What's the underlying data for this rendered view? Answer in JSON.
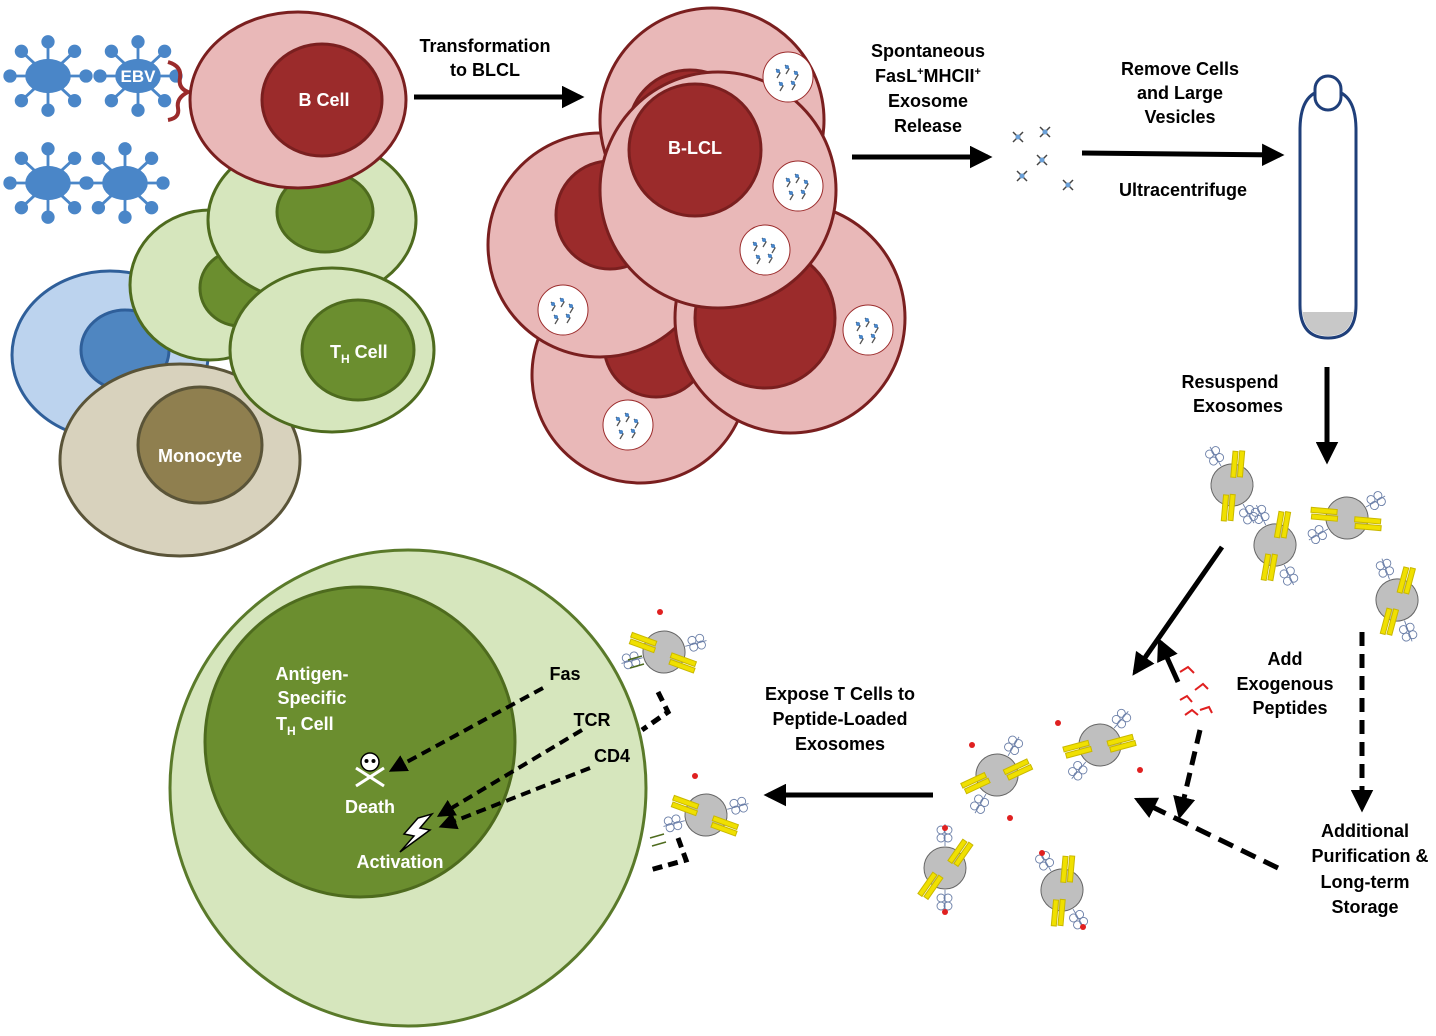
{
  "labels": {
    "ebv": "EBV",
    "b_cell": "B Cell",
    "th_cell_prefix": "T",
    "th_cell_sub": "H",
    "th_cell_suffix": " Cell",
    "monocyte": "Monocyte",
    "transformation_l1": "Transformation",
    "transformation_l2": "to BLCL",
    "blcl": "B-LCL",
    "spontaneous_l1": "Spontaneous",
    "spontaneous_l2a": "FasL",
    "spontaneous_sup1": "+",
    "spontaneous_l2b": "MHCII",
    "spontaneous_sup2": "+",
    "spontaneous_l3": "Exosome",
    "spontaneous_l4": "Release",
    "remove_l1": "Remove Cells",
    "remove_l2": "and Large",
    "remove_l3": "Vesicles",
    "ultracentrifuge": "Ultracentrifuge",
    "resuspend_l1": "Resuspend",
    "resuspend_l2": "Exosomes",
    "add_l1": "Add",
    "add_l2": "Exogenous",
    "add_l3": "Peptides",
    "additional_l1": "Additional",
    "additional_l2": "Purification &",
    "additional_l3": "Long-term",
    "additional_l4": "Storage",
    "expose_l1": "Expose T Cells to",
    "expose_l2": "Peptide-Loaded",
    "expose_l3": "Exosomes",
    "antigen_l1": "Antigen-",
    "antigen_l2": "Specific",
    "antigen_l3_prefix": "T",
    "antigen_l3_sub": "H",
    "antigen_l3_suffix": " Cell",
    "fas": "Fas",
    "tcr": "TCR",
    "cd4": "CD4",
    "death": "Death",
    "activation": "Activation"
  },
  "colors": {
    "ebv_blue": "#4a86c8",
    "b_cell_outer": "#e9b8b8",
    "b_cell_inner": "#9b2b2b",
    "th_outer": "#d6e6bd",
    "th_inner": "#6b8e2f",
    "monocyte_outer": "#d8d2bd",
    "monocyte_inner": "#8f7f4f",
    "blue_cell_outer": "#bcd3ee",
    "blue_cell_inner": "#4f86c1",
    "exosome_gray": "#bfbfbf",
    "mhc_yellow": "#f0e000",
    "peptide_red": "#e02020"
  }
}
